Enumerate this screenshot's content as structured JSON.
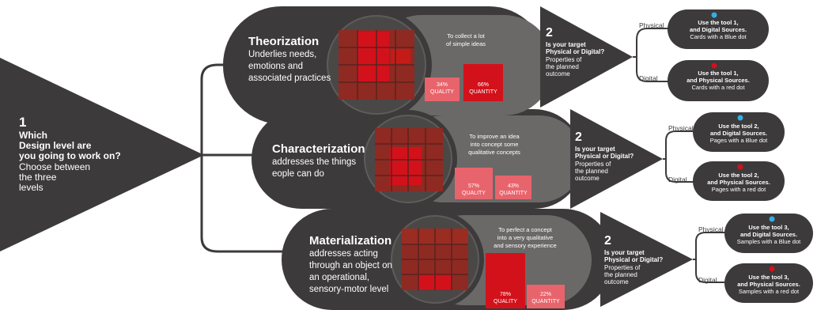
{
  "step1": {
    "number": "1",
    "question": [
      "Which",
      "Design level are",
      "you going to work on?"
    ],
    "hint": [
      "Choose between",
      "the three",
      "levels"
    ]
  },
  "levels": [
    {
      "title": "Theorization",
      "description": [
        "Underlies needs,",
        "emotions and",
        "associated practices"
      ],
      "goal": [
        "To collect a lot",
        "of simple ideas"
      ],
      "quality": {
        "percent": "34%",
        "label": "QUALITY",
        "value": 34
      },
      "quantity": {
        "percent": "66%",
        "label": "QUANTITY",
        "value": 66
      },
      "step2": {
        "number": "2",
        "question": [
          "Is your target",
          "Physical or Digital?"
        ],
        "hint": [
          "Properties of",
          "the planned",
          "outcome"
        ]
      },
      "physical": {
        "branch": "Physical",
        "line1": "Use the tool 1,",
        "line2": "and Digital Sources.",
        "line3": "Cards with a Blue dot"
      },
      "digital": {
        "branch": "Digital",
        "line1": "Use the tool 1,",
        "line2": "and Physical Sources.",
        "line3": "Cards with a red dot"
      }
    },
    {
      "title": "Characterization",
      "description": [
        "addresses the things",
        "eople can do"
      ],
      "goal": [
        "To improve an idea",
        "into concept some",
        "qualitative concepts"
      ],
      "quality": {
        "percent": "57%",
        "label": "QUALITY",
        "value": 57
      },
      "quantity": {
        "percent": "43%",
        "label": "QUANTITY",
        "value": 43
      },
      "step2": {
        "number": "2",
        "question": [
          "Is your target",
          "Physical or Digital?"
        ],
        "hint": [
          "Properties of",
          "the planned",
          "outcome"
        ]
      },
      "physical": {
        "branch": "Physical",
        "line1": "Use the tool 2,",
        "line2": "and Digital Sources.",
        "line3": "Pages with a Blue dot"
      },
      "digital": {
        "branch": "Digital",
        "line1": "Use the tool 2,",
        "line2": "and Physical Sources.",
        "line3": "Pages with a red dot"
      }
    },
    {
      "title": "Materialization",
      "description": [
        "addresses acting",
        "through an object on",
        "an operational,",
        "sensory-motor level"
      ],
      "goal": [
        "To perfect a concept",
        "into a very qualitative",
        "and sensory experience"
      ],
      "quality": {
        "percent": "78%",
        "label": "QUALITY",
        "value": 78
      },
      "quantity": {
        "percent": "22%",
        "label": "QUANTITY",
        "value": 22
      },
      "step2": {
        "number": "2",
        "question": [
          "Is your target",
          "Physical or Digital?"
        ],
        "hint": [
          "Properties of",
          "the planned",
          "outcome"
        ]
      },
      "physical": {
        "branch": "Physical",
        "line1": "Use the tool 3,",
        "line2": "and Digital Sources.",
        "line3": "Samples with a Blue dot"
      },
      "digital": {
        "branch": "Digital",
        "line1": "Use the tool 3,",
        "line2": "and Physical Sources.",
        "line3": "Samples with a red dot"
      }
    }
  ],
  "colors": {
    "dark": "#3c3a3a",
    "panel": "#6b6868",
    "red": "#d3111b",
    "pink": "#e8646c",
    "blue_dot": "#35aee2",
    "red_dot": "#d3111b",
    "line": "#3c3a3a"
  }
}
